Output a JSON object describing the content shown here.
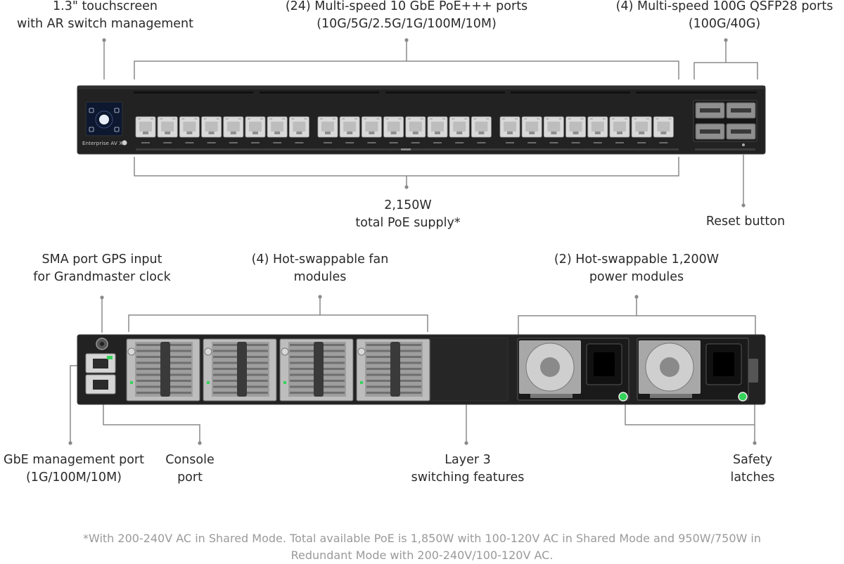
{
  "labels": {
    "touchscreen": [
      "1.3\" touchscreen",
      "with AR switch management"
    ],
    "poe_ports": [
      "(24) Multi-speed 10 GbE PoE+++ ports",
      "(10G/5G/2.5G/1G/100M/10M)"
    ],
    "qsfp_ports": [
      "(4) Multi-speed 100G QSFP28 ports",
      "(100G/40G)"
    ],
    "poe_supply": [
      "2,150W",
      "total PoE supply*"
    ],
    "reset_button": [
      "Reset button"
    ],
    "sma_port": [
      "SMA port GPS input",
      "for Grandmaster clock"
    ],
    "fan_modules": [
      "(4) Hot-swappable fan",
      "modules"
    ],
    "power_modules": [
      "(2) Hot-swappable 1,200W",
      "power modules"
    ],
    "mgmt_port": [
      "GbE management port",
      "(1G/100M/10M)"
    ],
    "console_port": [
      "Console",
      "port"
    ],
    "layer3": [
      "Layer 3",
      "switching features"
    ],
    "safety_latches": [
      "Safety",
      "latches"
    ]
  },
  "front_panel": {
    "brand": "Enterprise AV XG",
    "port_count": 24,
    "qsfp_count": 4
  },
  "rear_panel": {
    "fan_count": 4,
    "psu_count": 2
  },
  "footnote": [
    "*With 200-240V AC in Shared Mode. Total available PoE is 1,850W with 100-120V AC in Shared Mode and 950W/750W in",
    "Redundant Mode with 200-240V/100-120V AC."
  ],
  "colors": {
    "chassis": "#222222",
    "chassis_edge": "#3a3a3a",
    "port_metal": "#d9d9d9",
    "led_green": "#35d35a",
    "leader_line": "#8a8a8a",
    "text": "#2a2a2a",
    "footnote_text": "#9a9a9a"
  }
}
